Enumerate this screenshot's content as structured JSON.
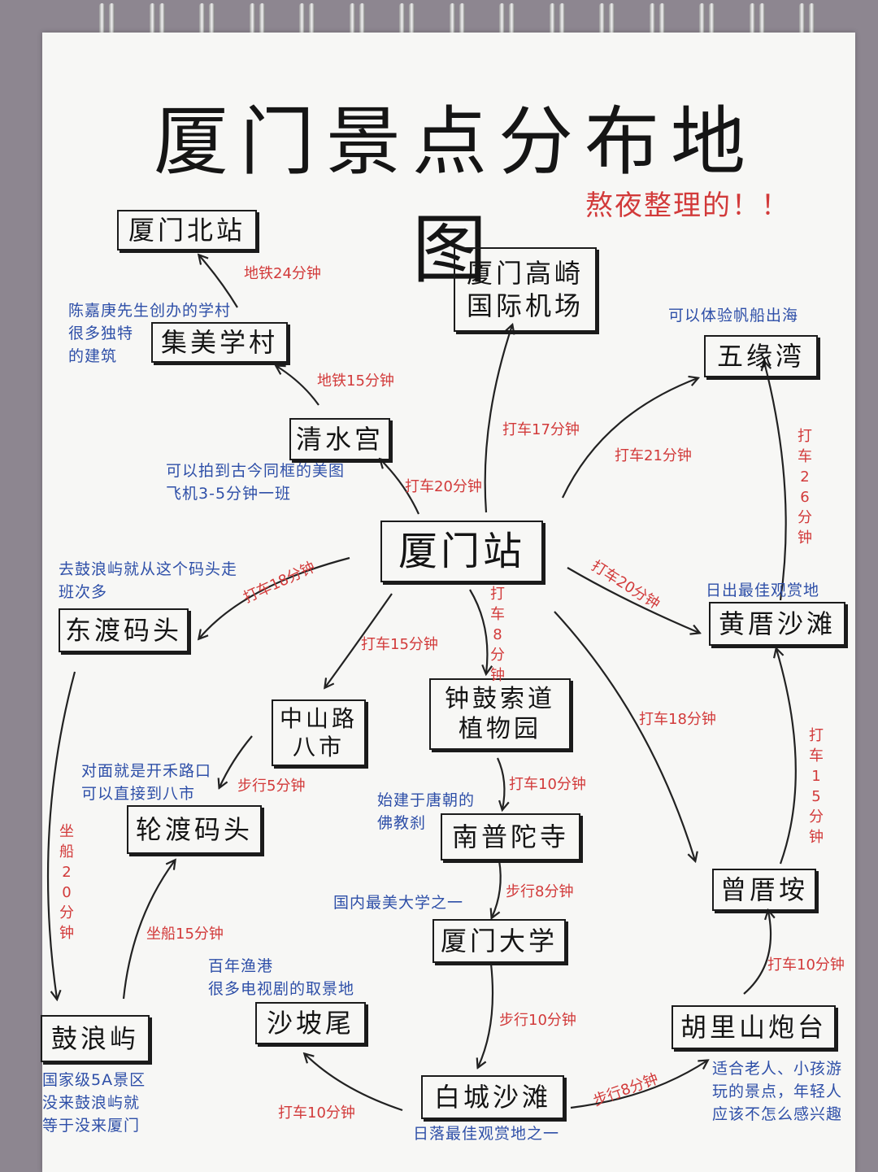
{
  "title": "厦门景点分布地图",
  "subtitle": "熬夜整理的！！",
  "nodes": {
    "xiamen_north": "厦门北站",
    "jimei": "集美学村",
    "qingshui": "清水宫",
    "airport": "厦门高崎\n国际机场",
    "wuyuan": "五缘湾",
    "xiamen_station": "厦门站",
    "dongdu": "东渡码头",
    "zhongshan": "中山路\n八市",
    "zhonggu": "钟鼓索道\n植物园",
    "huangcuo": "黄厝沙滩",
    "lundu": "轮渡码头",
    "nanputuo": "南普陀寺",
    "zengcuoan": "曾厝垵",
    "xmu": "厦门大学",
    "gulangyu": "鼓浪屿",
    "shapowei": "沙坡尾",
    "hulishan": "胡里山炮台",
    "baicheng": "白城沙滩"
  },
  "notes": {
    "jimei": "陈嘉庚先生创办的学村\n很多独特\n的建筑",
    "wuyuan": "可以体验帆船出海",
    "qingshui": "可以拍到古今同框的美图\n飞机3-5分钟一班",
    "dongdu": "去鼓浪屿就从这个码头走\n班次多",
    "huangcuo": "日出最佳观赏地",
    "lundu": "对面就是开禾路口\n可以直接到八市",
    "nanputuo": "始建于唐朝的\n佛教刹",
    "xmu": "国内最美大学之一",
    "shapowei": "百年渔港\n很多电视剧的取景地",
    "gulangyu": "国家级5A景区\n没来鼓浪屿就\n等于没来厦门",
    "hulishan": "适合老人、小孩游\n玩的景点，年轻人\n应该不怎么感兴趣",
    "baicheng": "日落最佳观赏地之一"
  },
  "routes": {
    "north_jimei": "地铁24分钟",
    "jimei_qingshui": "地铁15分钟",
    "airport": "打车17分钟",
    "wuyuan_station": "打车21分钟",
    "qingshui_station": "打车20分钟",
    "wuyuan_huangcuo": "打车26分钟",
    "dongdu_station": "打车18分钟",
    "station_huangcuo": "打车20分钟",
    "station_zhongshan": "打车15分钟",
    "station_zhonggu": "打车8分钟",
    "station_zengcuoan": "打车18分钟",
    "zhongshan_lundu": "步行5分钟",
    "zhonggu_nanputuo": "打车10分钟",
    "huangcuo_zengcuoan": "打车15分钟",
    "dongdu_gulangyu": "坐船20分钟",
    "nanputuo_xmu": "步行8分钟",
    "gulangyu_lundu": "坐船15分钟",
    "hulishan_zengcuoan": "打车10分钟",
    "xmu_baicheng": "步行10分钟",
    "baicheng_shapowei": "打车10分钟",
    "baicheng_hulishan": "步行8分钟"
  },
  "colors": {
    "node_text": "#141414",
    "route_label": "#d23a3a",
    "note": "#2e4fa8",
    "arrow": "#222222"
  }
}
